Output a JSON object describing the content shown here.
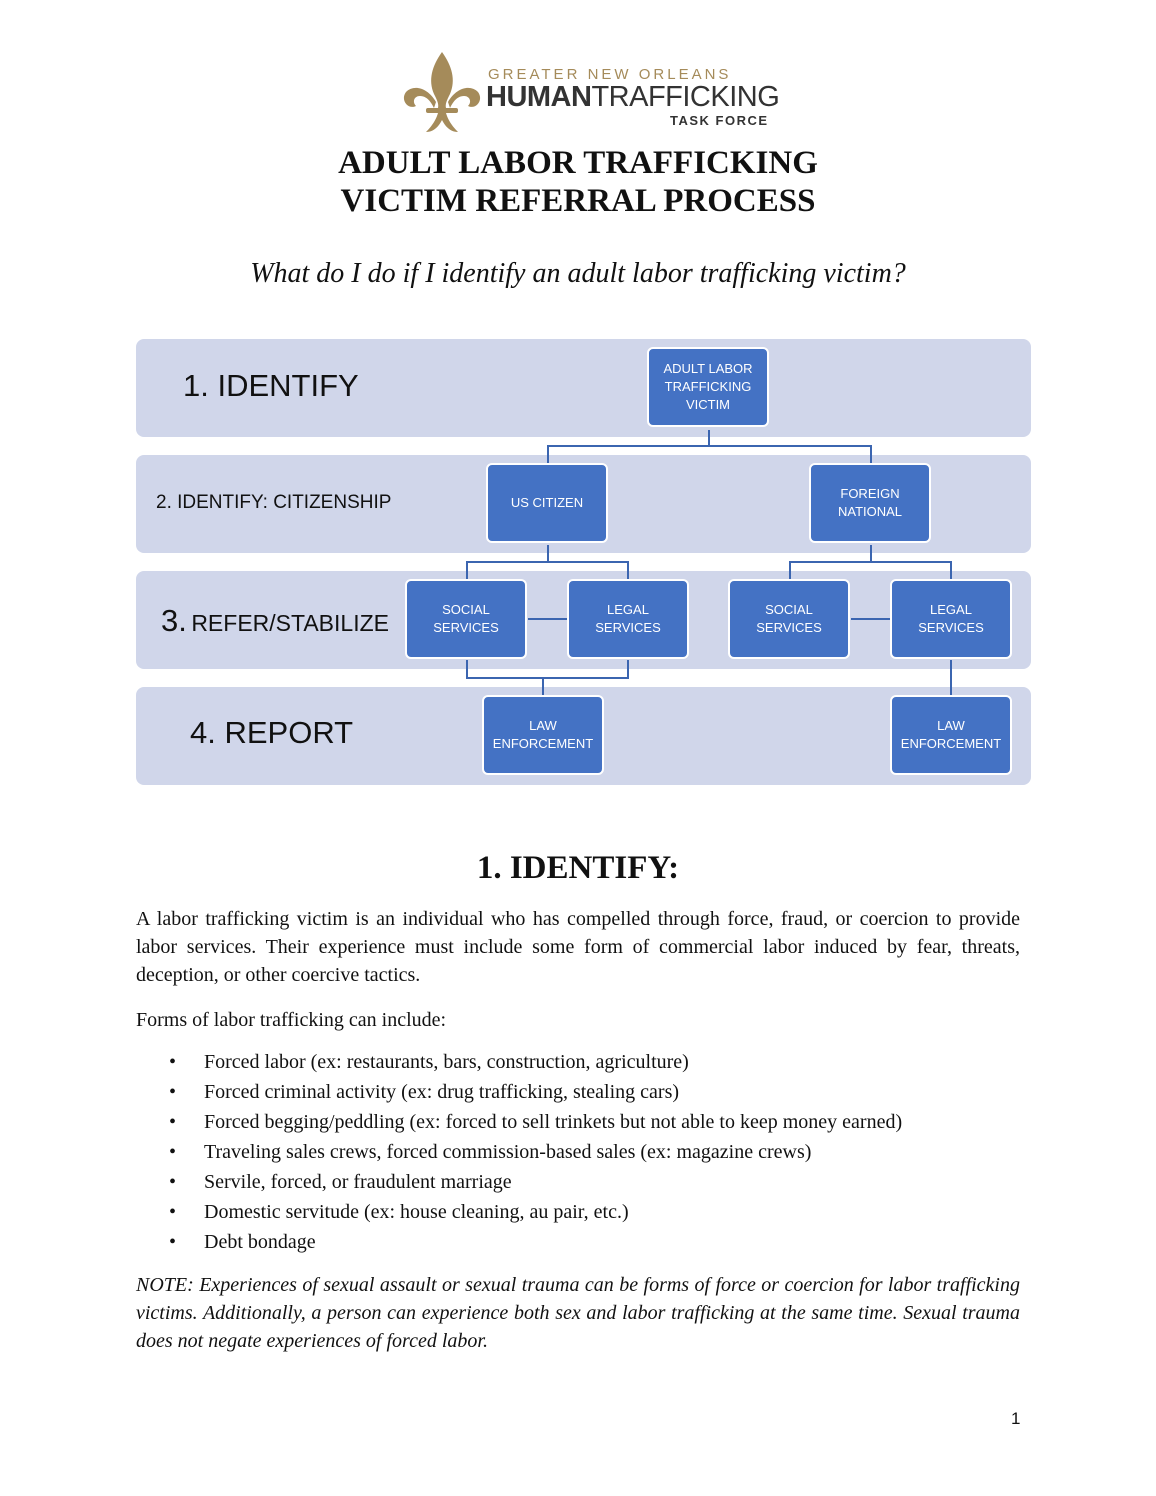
{
  "logo": {
    "line1": "GREATER NEW ORLEANS",
    "line2_bold": "HUMAN",
    "line2_rest": "TRAFFICKING",
    "line3": "TASK FORCE",
    "emblem": "fleur-de-lis-icon",
    "colors": {
      "gold": "#a58b5a",
      "dark": "#333333"
    }
  },
  "title": {
    "line1": "ADULT LABOR TRAFFICKING",
    "line2": "VICTIM REFERRAL PROCESS"
  },
  "subtitle": "What do I do if I identify an adult labor trafficking victim?",
  "diagram": {
    "colors": {
      "band": "#d0d6ea",
      "box": "#4472c4",
      "line": "#3b65b0"
    },
    "stages": [
      {
        "label": "1. IDENTIFY"
      },
      {
        "label": "2. IDENTIFY: CITIZENSHIP"
      },
      {
        "number": "3.",
        "label": "REFER/STABILIZE"
      },
      {
        "label": "4. REPORT"
      }
    ],
    "nodes": {
      "victim": "ADULT LABOR\nTRAFFICKING\nVICTIM",
      "us_citizen": "US CITIZEN",
      "foreign_national": "FOREIGN\nNATIONAL",
      "us_social": "SOCIAL\nSERVICES",
      "us_legal": "LEGAL\nSERVICES",
      "fn_social": "SOCIAL\nSERVICES",
      "fn_legal": "LEGAL\nSERVICES",
      "us_law": "LAW\nENFORCEMENT",
      "fn_law": "LAW\nENFORCEMENT"
    }
  },
  "section": {
    "heading": "1. IDENTIFY:",
    "paragraph1": "A labor trafficking victim is an individual who has compelled through force, fraud, or coercion to provide labor services. Their experience must include some form of commercial labor induced by fear, threats, deception, or other coercive tactics.",
    "paragraph2": "Forms of labor trafficking can include:",
    "items": [
      "Forced labor (ex: restaurants, bars, construction, agriculture)",
      "Forced criminal activity (ex: drug trafficking, stealing cars)",
      "Forced begging/peddling (ex: forced to sell trinkets but not able to keep money earned)",
      "Traveling sales crews, forced commission-based sales (ex: magazine crews)",
      "Servile, forced, or fraudulent marriage",
      "Domestic servitude (ex: house cleaning, au pair, etc.)",
      "Debt bondage"
    ],
    "note": "NOTE: Experiences of sexual assault or sexual trauma can be forms of force or coercion for labor trafficking victims. Additionally, a person can experience both sex and labor trafficking at the same time. Sexual trauma does not negate experiences of forced labor."
  },
  "page_number": "1"
}
